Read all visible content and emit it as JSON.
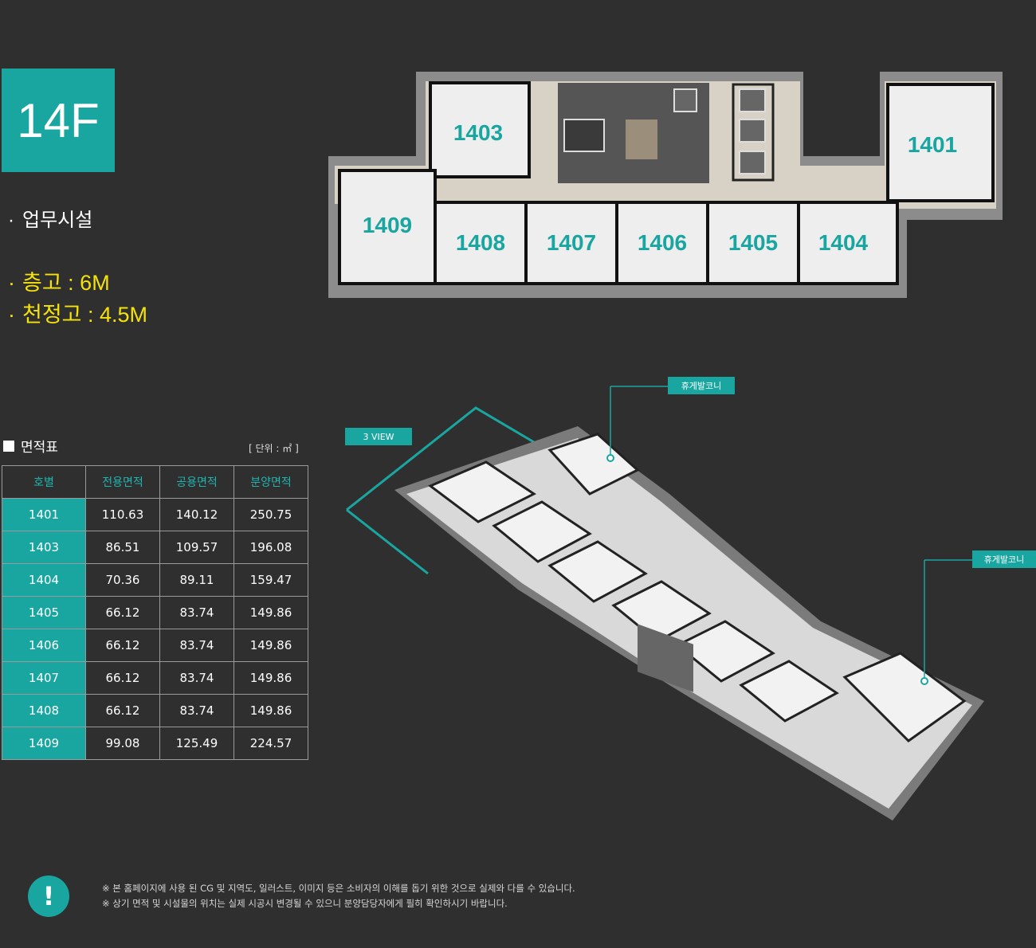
{
  "floor": {
    "label": "14F"
  },
  "info": {
    "use": "업무시설",
    "floor_height": "층고 : 6M",
    "ceiling_height": "천정고 : 4.5M",
    "bullet": "·"
  },
  "plan": {
    "rooms": [
      "1403",
      "1401",
      "1409",
      "1408",
      "1407",
      "1406",
      "1405",
      "1404"
    ]
  },
  "view3d": {
    "view_label": "3 VIEW",
    "balcony_label_1": "휴게발코니",
    "balcony_label_2": "휴게발코니"
  },
  "area_table": {
    "title": "면적표",
    "unit": "[ 단위 : ㎡ ]",
    "headers": [
      "호별",
      "전용면적",
      "공용면적",
      "분양면적"
    ],
    "rows": [
      {
        "unit": "1401",
        "exclusive": "110.63",
        "common": "140.12",
        "sale": "250.75"
      },
      {
        "unit": "1403",
        "exclusive": "86.51",
        "common": "109.57",
        "sale": "196.08"
      },
      {
        "unit": "1404",
        "exclusive": "70.36",
        "common": "89.11",
        "sale": "159.47"
      },
      {
        "unit": "1405",
        "exclusive": "66.12",
        "common": "83.74",
        "sale": "149.86"
      },
      {
        "unit": "1406",
        "exclusive": "66.12",
        "common": "83.74",
        "sale": "149.86"
      },
      {
        "unit": "1407",
        "exclusive": "66.12",
        "common": "83.74",
        "sale": "149.86"
      },
      {
        "unit": "1408",
        "exclusive": "66.12",
        "common": "83.74",
        "sale": "149.86"
      },
      {
        "unit": "1409",
        "exclusive": "99.08",
        "common": "125.49",
        "sale": "224.57"
      }
    ]
  },
  "notice": {
    "icon": "!",
    "line1": "※ 본 홈페이지에 사용 된 CG 및 지역도, 일러스트, 이미지 등은 소비자의 이해를 돕기 위한 것으로 실제와 다를 수 있습니다.",
    "line2": "※ 상기 면적 및 시설물의 위치는 실제 시공시 변경될 수 있으니 분양담당자에게 필히 확인하시기 바랍니다."
  },
  "colors": {
    "accent": "#1aa6a0",
    "highlight": "#f4e20a",
    "background": "#2f2f2f"
  }
}
